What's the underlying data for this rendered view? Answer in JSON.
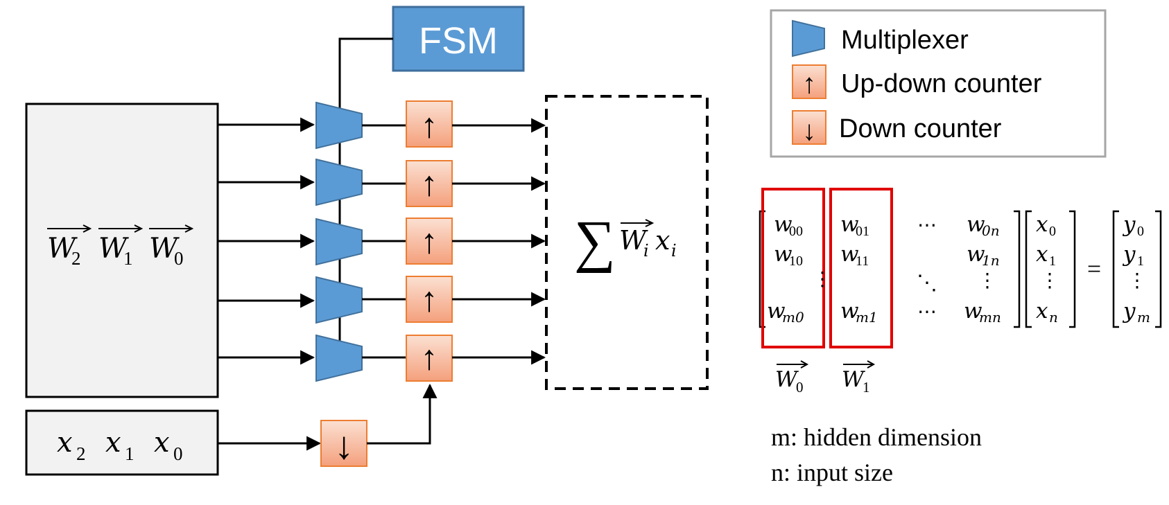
{
  "fsm": {
    "label": "FSM"
  },
  "inputs": {
    "weights_text": "W2 W1 W0",
    "w2": "W",
    "w2_sub": "2",
    "w1": "W",
    "w1_sub": "1",
    "w0": "W",
    "w0_sub": "0",
    "x2": "x",
    "x2_sub": "2",
    "x1": "x",
    "x1_sub": "1",
    "x0": "x",
    "x0_sub": "0"
  },
  "counters": {
    "up_glyph": "↑",
    "down_glyph": "↓",
    "rows": 5
  },
  "sum": {
    "sigma": "∑",
    "w": "W",
    "w_sub": "i",
    "x": "x",
    "x_sub": "i"
  },
  "legend": {
    "items": [
      {
        "label": "Multiplexer"
      },
      {
        "label": "Up-down counter"
      },
      {
        "label": "Down counter"
      }
    ]
  },
  "matrix": {
    "w00": "w",
    "w00_sub": "00",
    "w10": "w",
    "w10_sub": "10",
    "wm0": "w",
    "wm0_sub": "m0",
    "w01": "w",
    "w01_sub": "01",
    "w11": "w",
    "w11_sub": "11",
    "wm1": "w",
    "wm1_sub": "m1",
    "w0n": "w",
    "w0n_sub": "0n",
    "w1n": "w",
    "w1n_sub": "1n",
    "wmn": "w",
    "wmn_sub": "mn",
    "hdots": "⋯",
    "vdots": "⋮",
    "ddots": "⋱",
    "x0": "x",
    "x0_sub": "0",
    "x1": "x",
    "x1_sub": "1",
    "xn": "x",
    "xn_sub": "n",
    "y0": "y",
    "y0_sub": "0",
    "y1": "y",
    "y1_sub": "1",
    "ym": "y",
    "ym_sub": "m",
    "equals": "=",
    "col0_label": "W",
    "col0_sub": "0",
    "col1_label": "W",
    "col1_sub": "1"
  },
  "notes": {
    "m": "m: hidden dimension",
    "n": "n: input size"
  },
  "colors": {
    "mux": "#5b9bd5",
    "mux_stroke": "#41719c",
    "counter_top": "#fbe0d2",
    "counter_bottom": "#f4a07c",
    "counter_stroke": "#ed7d31",
    "fsm_fill": "#5b9bd5",
    "fsm_stroke": "#3e6e9c",
    "highlight": "#e00000",
    "box_fill": "#f2f2f2"
  }
}
